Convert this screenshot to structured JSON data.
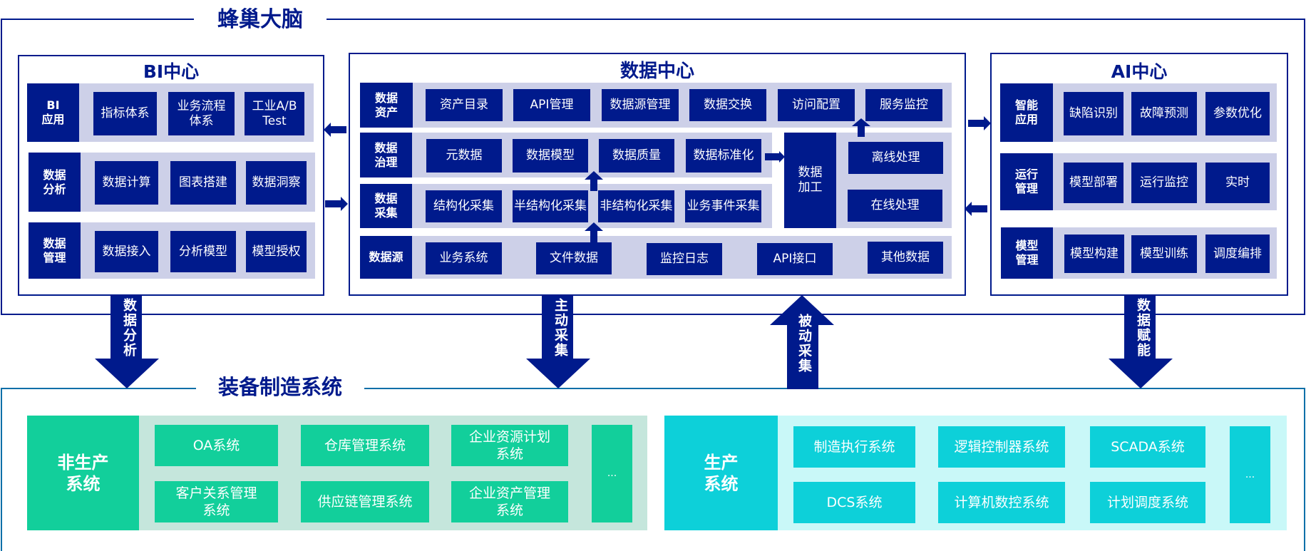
{
  "brain": {
    "title": "蜂巢大脑",
    "bi": {
      "title": "BI中心",
      "rows": [
        {
          "label": "BI\n应用",
          "items": [
            "指标体系",
            "业务流程\n体系",
            "工业A/B\nTest"
          ]
        },
        {
          "label": "数据\n分析",
          "items": [
            "数据计算",
            "图表搭建",
            "数据洞察"
          ]
        },
        {
          "label": "数据\n管理",
          "items": [
            "数据接入",
            "分析模型",
            "模型授权"
          ]
        }
      ]
    },
    "data_center": {
      "title": "数据中心",
      "assets": {
        "label": "数据\n资产",
        "items": [
          "资产目录",
          "API管理",
          "数据源管理",
          "数据交换",
          "访问配置",
          "服务监控"
        ]
      },
      "governance": {
        "label": "数据\n治理",
        "items": [
          "元数据",
          "数据模型",
          "数据质量",
          "数据标准化"
        ]
      },
      "collection": {
        "label": "数据\n采集",
        "items": [
          "结构化采集",
          "半结构化采集",
          "非结构化采集",
          "业务事件采集"
        ]
      },
      "processing": {
        "label": "数据\n加工",
        "items": [
          "离线处理",
          "在线处理"
        ]
      },
      "sources": {
        "label": "数据源",
        "items": [
          "业务系统",
          "文件数据",
          "监控日志",
          "API接口",
          "其他数据"
        ]
      }
    },
    "ai": {
      "title": "AI中心",
      "rows": [
        {
          "label": "智能\n应用",
          "items": [
            "缺陷识别",
            "故障预测",
            "参数优化"
          ]
        },
        {
          "label": "运行\n管理",
          "items": [
            "模型部署",
            "运行监控",
            "实时"
          ]
        },
        {
          "label": "模型\n管理",
          "items": [
            "模型构建",
            "模型训练",
            "调度编排"
          ]
        }
      ]
    }
  },
  "flows": {
    "data_analysis": "数据分析",
    "active_collection": "主动采集",
    "passive_collection": "被动采集",
    "data_empowerment": "数据赋能"
  },
  "manufacturing": {
    "title": "装备制造系统",
    "non_production": {
      "label": "非生产\n系统",
      "items": [
        "OA系统",
        "仓库管理系统",
        "企业资源计划\n系统",
        "客户关系管理\n系统",
        "供应链管理系统",
        "企业资产管理\n系统"
      ],
      "more": "..."
    },
    "production": {
      "label": "生产\n系统",
      "items": [
        "制造执行系统",
        "逻辑控制器系统",
        "SCADA系统",
        "DCS系统",
        "计算机数控系统",
        "计划调度系统"
      ],
      "more": "..."
    }
  },
  "colors": {
    "navy": "#001a8c",
    "lavender": "#cdd0e8",
    "green": "#12cf9b",
    "green_bg": "#c5e6dc",
    "cyan": "#0dd0d9",
    "cyan_bg": "#c9f8f8",
    "teal_border": "#0a6fa8"
  }
}
